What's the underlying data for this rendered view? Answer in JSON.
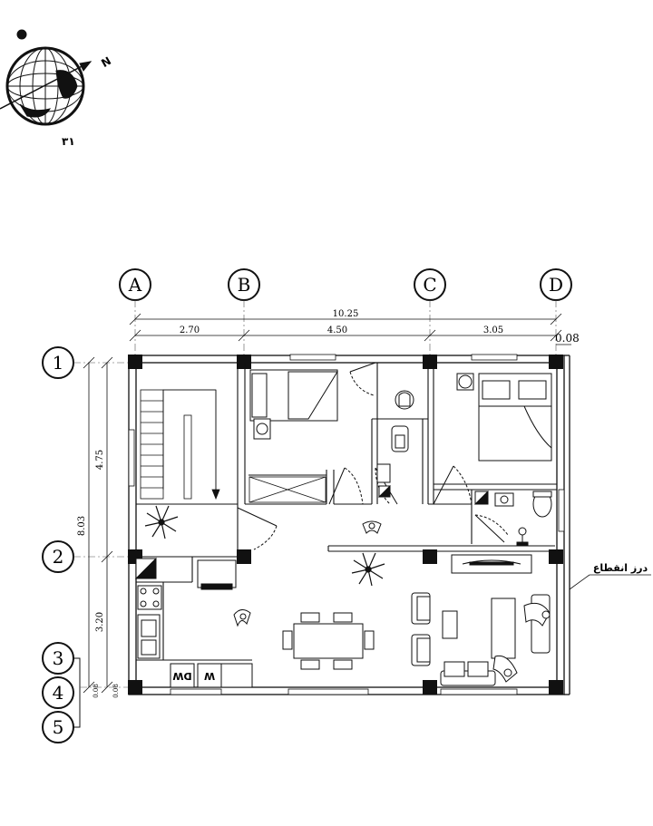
{
  "compass": {
    "north_label": "N",
    "marker_label": "۳۱"
  },
  "grid": {
    "columns": [
      "A",
      "B",
      "C",
      "D"
    ],
    "rows": [
      "1",
      "2",
      "3",
      "4",
      "5"
    ]
  },
  "dimensions": {
    "total_width": "10.25",
    "span_ab": "2.70",
    "span_bc": "4.50",
    "span_cd": "3.05",
    "offset_right": "0.08",
    "total_height": "8.03",
    "span_12": "4.75",
    "span_24": "3.20",
    "span_34": "0.08",
    "span_45": "0.08"
  },
  "annotations": {
    "joint": "درز انقطاع"
  },
  "appliances": {
    "dishwasher": "DW",
    "washer": "W"
  }
}
